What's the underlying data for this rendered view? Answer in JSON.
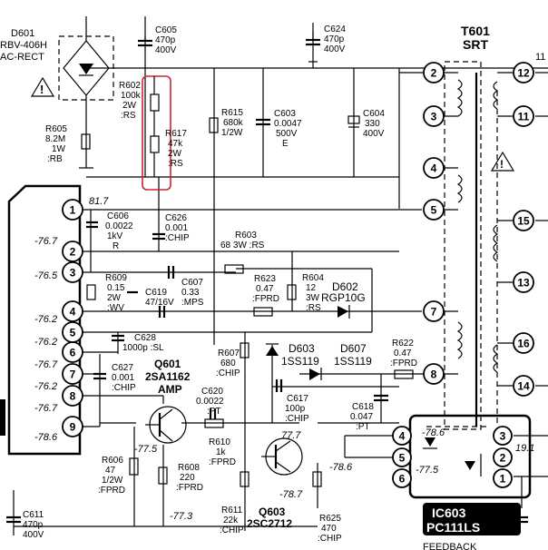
{
  "labels": {
    "d601_ref": "D601",
    "d601_val": "RBV-406H",
    "d601_val2": "AC-RECT",
    "c605_ref": "C605",
    "c605_val": "470p",
    "c605_v": "400V",
    "c624_ref": "C624",
    "c624_val": "470p",
    "c624_v": "400V",
    "t601_ref": "T601",
    "t601_val": "SRT",
    "r602_ref": "R602",
    "r602_val": "100k",
    "r602_w": "2W",
    ":r602_t": ":RS",
    "r602_t": ":RS",
    "r617_ref": "R617",
    "r617_val": "47k",
    "r617_w": "2W",
    "r617_t": ":RS",
    "r605_ref": "R605",
    "r605_val": "8.2M",
    "r605_w": "1W",
    "r605_t": ":RB",
    "r615_ref": "R615",
    "r615_val": "680k",
    "r615_w": "1/2W",
    "c603_ref": "C603",
    "c603_val": "0.0047",
    "c603_v": "500V",
    "c603_t": "E",
    "c604_ref": "C604",
    "c604_val": "330",
    "c604_v": "400V",
    "top_right_num": "11",
    "c606_ref": "C606",
    "c606_val": "0.0022",
    "c606_v": "1kV",
    "c606_t": "R",
    "c626_ref": "C626",
    "c626_val": "0.001",
    "c626_t": ":CHIP",
    "r603_ref": "R603",
    "r603_val": "68 3W :RS",
    "r609_ref": "R609",
    "r609_val": "0.15",
    "r609_w": "2W",
    "r609_t": ":WV",
    "c607_ref": "C607",
    "c607_val": "0.33",
    "c607_t": ":MPS",
    "r623_ref": "R623",
    "r623_val": "0.47",
    "r623_t": ":FPRD",
    "r604_ref": "R604",
    "r604_val": "12",
    "r604_w": "3W",
    "r604_t": ":RS",
    "d602_ref": "D602",
    "d602_val": "RGP10G",
    "c619_ref": "C619",
    "c619_val": "47/16V",
    "c628_ref": "C628",
    "c628_val": "1000p :SL",
    "r607_ref": "R607",
    "r607_val": "680",
    "r607_t": ":CHIP",
    "d603_ref": "D603",
    "d603_val": "1SS119",
    "d607_ref": "D607",
    "d607_val": "1SS119",
    "r622_ref": "R622",
    "r622_val": "0.47",
    "r622_t": ":FPRD",
    "q601_ref": "Q601",
    "q601_val": "2SA1162",
    "q601_t": "AMP",
    "c627_ref": "C627",
    "c627_val": "0.001",
    "c627_t": ":CHIP",
    "c620_ref": "C620",
    "c620_val": "0.0022",
    "c620_t": ":PT",
    "r610_ref": "R610",
    "r610_val": "1k",
    "r610_t": ":FPRD",
    "c617_ref": "C617",
    "c617_val": "100p",
    "c617_t": ":CHIP",
    "c618_ref": "C618",
    "c618_val": "0.047",
    "c618_t": ":PT",
    "r606_ref": "R606",
    "r606_val": "47",
    "r606_w": "1/2W",
    "r606_t": ":FPRD",
    "r608_ref": "R608",
    "r608_val": "220",
    "r608_t": ":FPRD",
    "q603_ref": "Q603",
    "q603_val": "2SC2712",
    "r611_ref": "R611",
    "r611_val": "22k",
    "r611_t": ":CHIP",
    "r625_ref": "R625",
    "r625_val": "470",
    "r625_t": ":CHIP",
    "c611_ref": "C611",
    "c611_val": "470p",
    "c611_v": "400V",
    "ic603_ref": "IC603",
    "ic603_val": "PC111LS",
    "ic603_sub": "FEEDBACK"
  },
  "voltages": {
    "v1": "81.7",
    "v_p1": "-76.7",
    "v_p3": "-76.5",
    "v_p4": "-76.2",
    "v_p5": "-76.2",
    "v_p6": "-76.7",
    "v_p7": "-76.2",
    "v_p8": "-76.7",
    "v_p9": "-78.6",
    "v_q601": "-77.5",
    "v_q601e": "-77.3",
    "v_q603c": "77.7",
    "v_q603b": "-78.6",
    "v_q603e": "-78.7",
    "v_ic_a": "-78.6",
    "v_ic_b": "-77.5",
    "v_ic_out": "19.1"
  },
  "pins": {
    "left": [
      "1",
      "2",
      "3",
      "4",
      "5",
      "6",
      "7",
      "8",
      "9"
    ],
    "t601_left": [
      "2",
      "3",
      "4",
      "5",
      "7",
      "8"
    ],
    "t601_right": [
      "12",
      "11",
      "15",
      "13",
      "16",
      "14"
    ],
    "ic_left": [
      "4",
      "5",
      "6"
    ],
    "ic_right": [
      "3",
      "2",
      "1"
    ]
  },
  "colors": {
    "highlight": "#d0242f",
    "ink": "#000000"
  }
}
